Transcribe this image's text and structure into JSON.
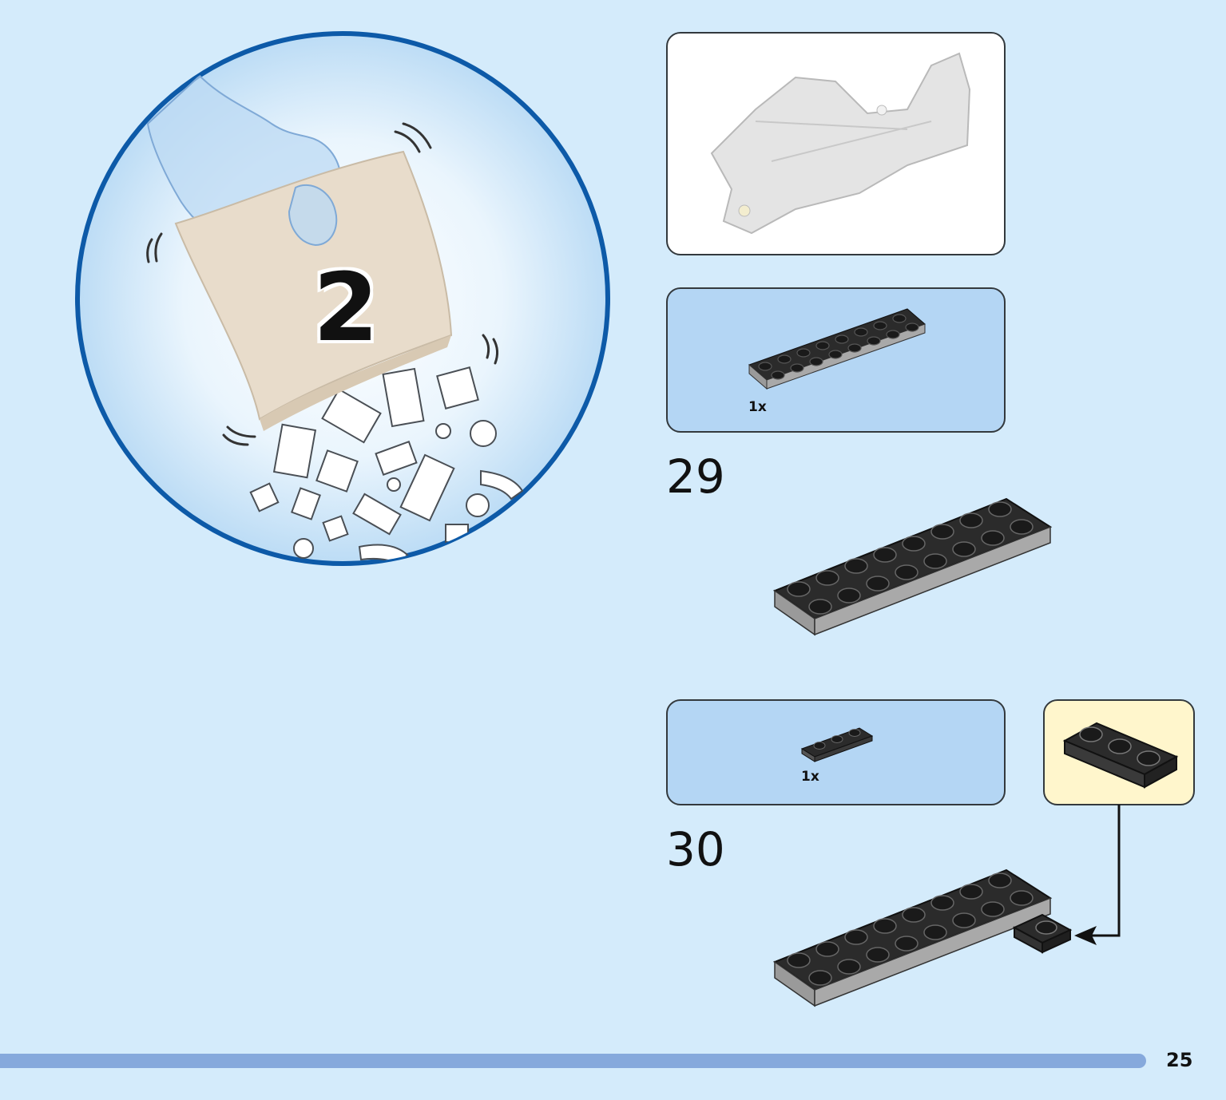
{
  "bag": {
    "number": "2"
  },
  "steps": [
    {
      "number": "29",
      "parts": [
        {
          "quantity": "1x",
          "color": "#2b2b2b",
          "size": "2x8 plate"
        }
      ]
    },
    {
      "number": "30",
      "parts": [
        {
          "quantity": "1x",
          "color": "#2b2b2b",
          "size": "1x3 plate"
        }
      ]
    }
  ],
  "page": {
    "number": "25"
  },
  "colors": {
    "background": "#d4ebfb",
    "callout_blue": "#b4d6f4",
    "callout_yellow": "#fff6cc",
    "bubble_ring": "#0d5aa8",
    "page_bar": "#86a9dc",
    "part_dark": "#2b2b2b",
    "part_side": "#a9a9a9"
  }
}
